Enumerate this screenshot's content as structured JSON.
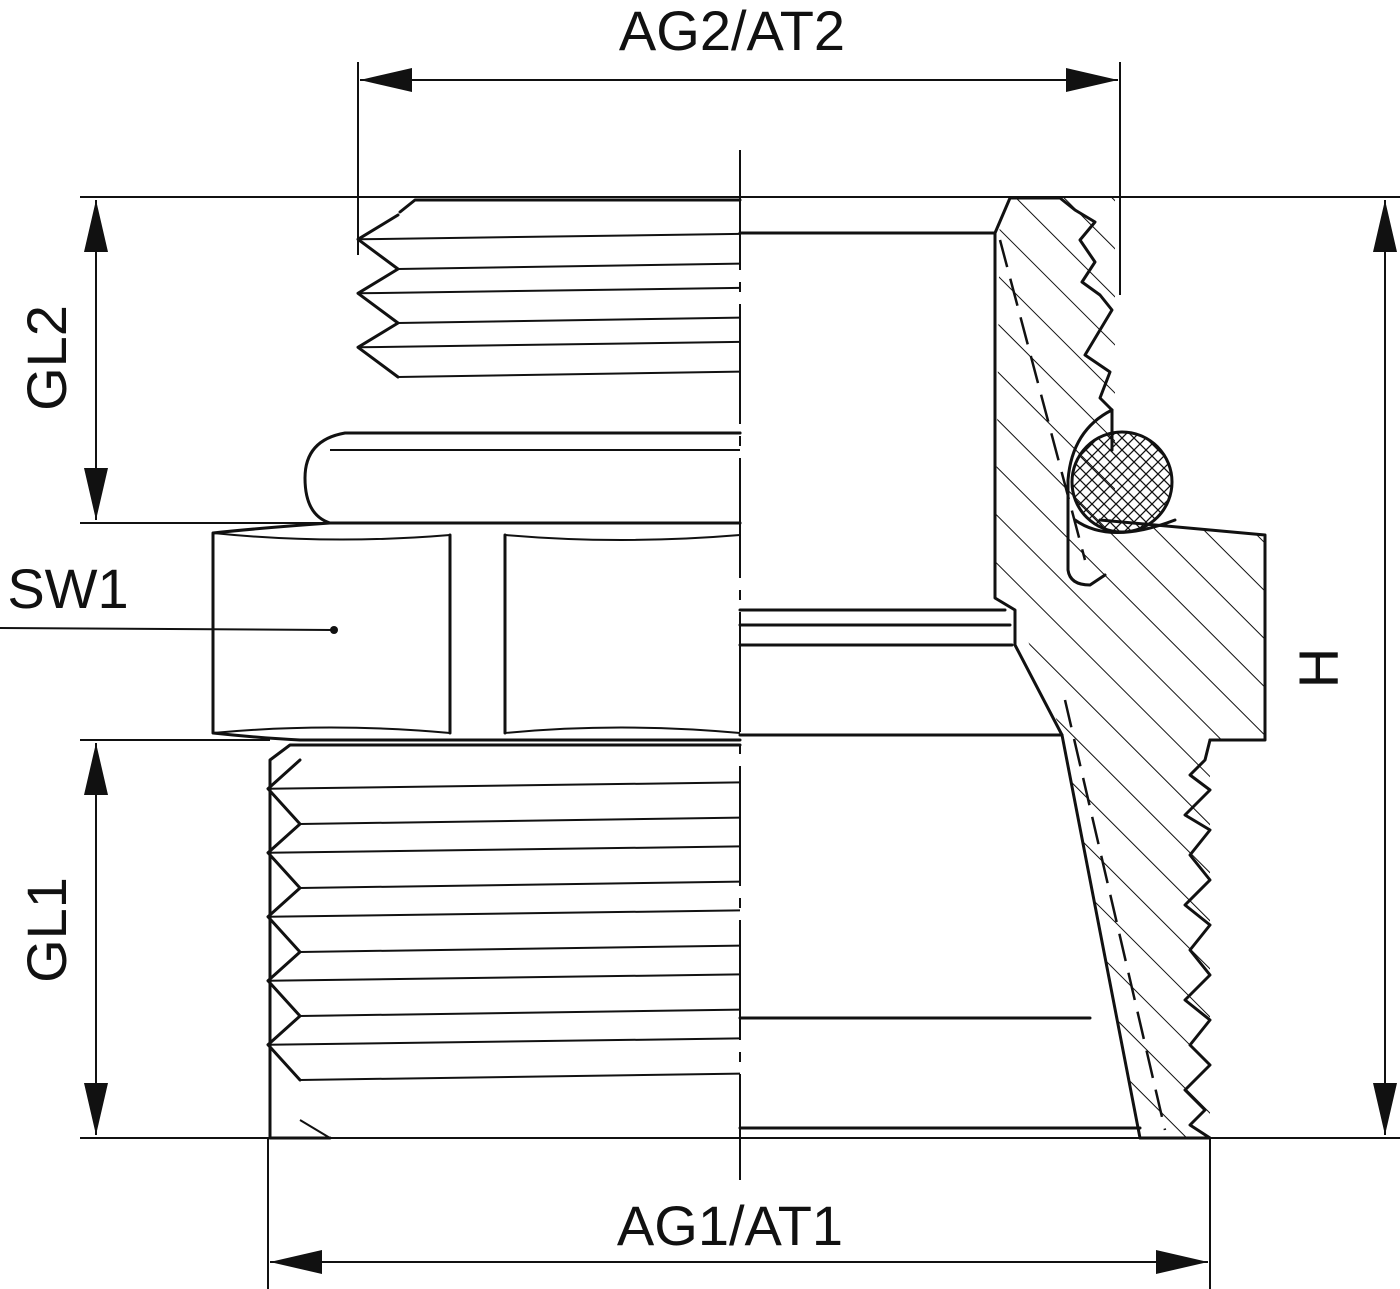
{
  "labels": {
    "top_width": "AG2/AT2",
    "bottom_width": "AG1/AT1",
    "upper_thread_length": "GL2",
    "lower_thread_length": "GL1",
    "wrench_size": "SW1",
    "height": "H"
  }
}
